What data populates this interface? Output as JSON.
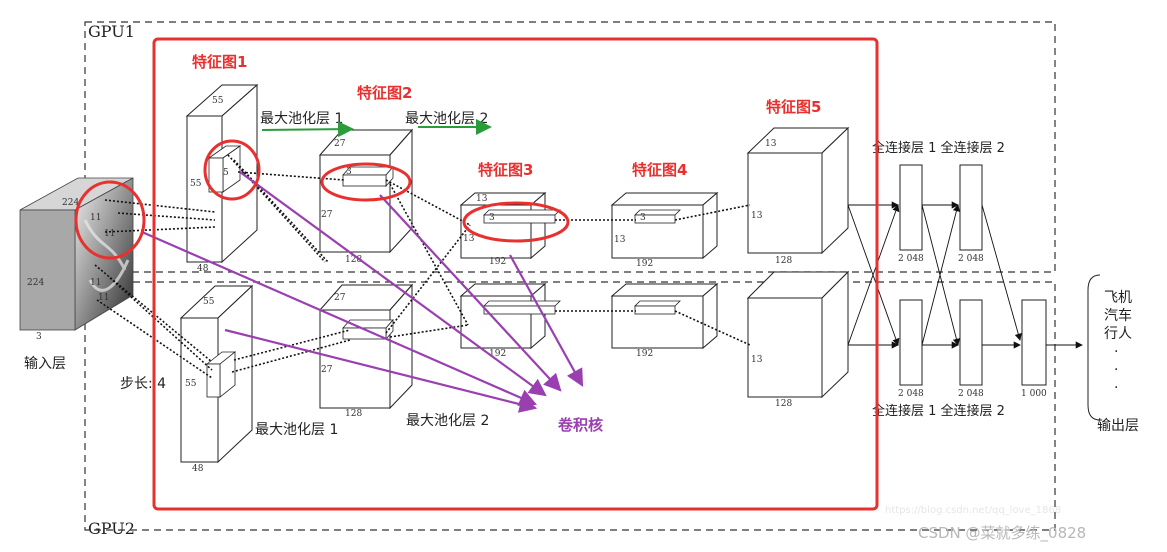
{
  "gpu": {
    "top": "GPU1",
    "bottom": "GPU2"
  },
  "feature_maps": {
    "fm1": "特征图1",
    "fm2": "特征图2",
    "fm3": "特征图3",
    "fm4": "特征图4",
    "fm5": "特征图5"
  },
  "layers": {
    "input": "输入层",
    "stride": "步长: 4",
    "maxpool1": "最大池化层 1",
    "maxpool2": "最大池化层 2",
    "fc_top": "全连接层 1 全连接层 2",
    "fc_bottom": "全连接层 1 全连接层 2",
    "output": "输出层",
    "kernel": "卷积核"
  },
  "outputs": [
    "飞机",
    "汽车",
    "行人",
    "·",
    "·",
    "·"
  ],
  "dims": {
    "in_224a": "224",
    "in_224b": "224",
    "in_3": "3",
    "in_11a": "11",
    "in_11b": "11",
    "in_11c": "11",
    "in_11d": "11",
    "l1_55a": "55",
    "l1_55b": "55",
    "l1_5": "5",
    "l1_48": "48",
    "l2_27a": "27",
    "l2_27b": "27",
    "l2_3": "3",
    "l2_128": "128",
    "l3_13a": "13",
    "l3_13b": "13",
    "l3_3": "3",
    "l3_192": "192",
    "l4_3": "3",
    "l4_13": "13",
    "l4_192": "192",
    "l5_13a": "13",
    "l5_13b": "13",
    "l5_128": "128",
    "g2_55a": "55",
    "g2_55b": "55",
    "g2_48": "48",
    "g2_27a": "27",
    "g2_27b": "27",
    "g2_128": "128",
    "g2_192a": "192",
    "g2_192b": "192",
    "g2_13": "13",
    "g2_128b": "128",
    "fc_2048a": "2 048",
    "fc_2048b": "2 048",
    "fc_2048c": "2 048",
    "fc_2048d": "2 048",
    "fc_1000": "1 000"
  },
  "watermark": "CSDN @菜就多练_0828",
  "watermark_faint": "https://blog.csdn.net/qq_love_1868",
  "colors": {
    "red": "#e8312f",
    "green": "#2a9d3a",
    "purple": "#9a3fb0",
    "ink": "#111111"
  }
}
